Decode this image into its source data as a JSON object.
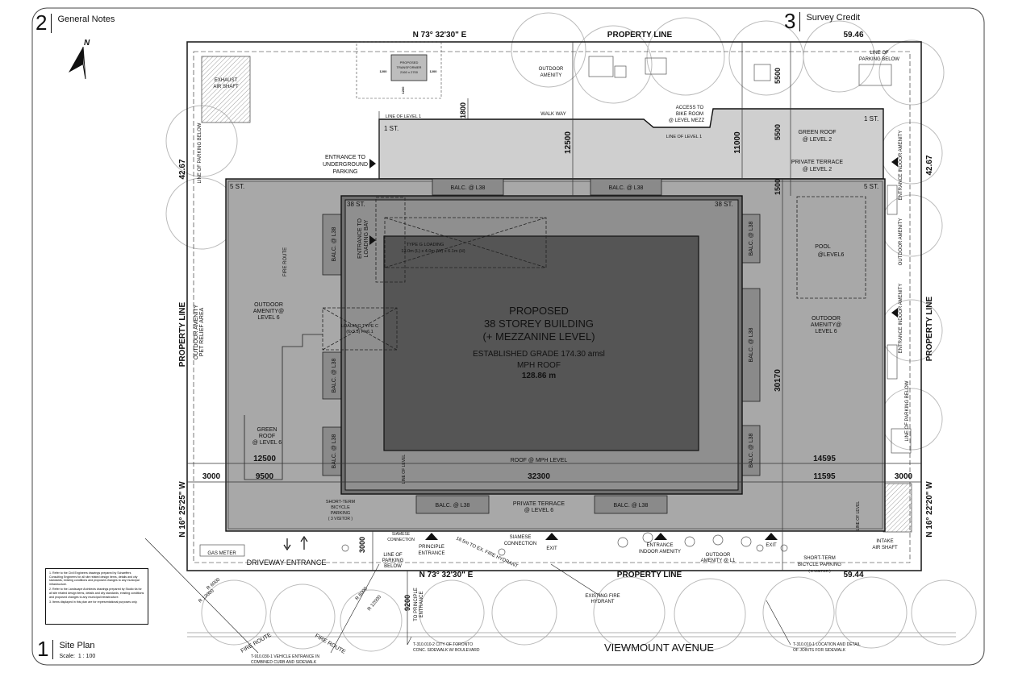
{
  "sheet": {
    "view1_number": "1",
    "view1_title": "Site Plan",
    "view1_scale_label": "Scale:",
    "view1_scale_value": "1 : 100",
    "view2_number": "2",
    "view2_title": "General Notes",
    "view3_number": "3",
    "view3_title": "Survey Credit"
  },
  "north": {
    "label": "N"
  },
  "boundary": {
    "top_bearing": "N 73° 32'30\" E",
    "bottom_bearing": "N 73° 32'30\" E",
    "left_bearing": "N 16° 25'25\" W",
    "right_bearing": "N 16° 22'20\" W",
    "top_property": "PROPERTY LINE",
    "bottom_property": "PROPERTY LINE",
    "left_property": "PROPERTY LINE",
    "right_property": "PROPERTY LINE",
    "top_length": "59.46",
    "bottom_length": "59.44",
    "left_length": "42.67",
    "right_length": "42.67"
  },
  "building": {
    "title1": "PROPOSED",
    "title2": "38 STOREY BUILDING",
    "title3": "(+ MEZZANINE LEVEL)",
    "grade": "ESTABLISHED GRADE 174.30 amsl",
    "mph_label": "MPH ROOF",
    "mph_value": "128.86 m"
  },
  "labels": {
    "st1_left": "1 ST.",
    "st1_right": "1 ST.",
    "st5_left": "5 ST.",
    "st5_right": "5 ST.",
    "st38_left": "38 ST.",
    "st38_right": "38 ST.",
    "balc_l38": "BALC. @ L38",
    "entrance_underground_1": "ENTRANCE TO",
    "entrance_underground_2": "UNDERGROUND",
    "entrance_underground_3": "PARKING",
    "exhaust_1": "EXHAUST",
    "exhaust_2": "AIR SHAFT",
    "transformer_1": "PROPOSED",
    "transformer_2": "TRANSFORMER",
    "transformer_3": "2160 x 2700",
    "outdoor_amenity_1": "OUTDOOR",
    "outdoor_amenity_2": "AMENITY",
    "walk_way": "WALK WAY",
    "line_of_level_1": "LINE OF LEVEL 1",
    "access_bike_1": "ACCESS TO",
    "access_bike_2": "BIKE ROOM",
    "access_bike_3": "@ LEVEL MEZZ",
    "green_roof_l2_1": "GREEN ROOF",
    "green_roof_l2_2": "@ LEVEL 2",
    "private_terrace_l2_1": "PRIVATE TERRACE",
    "private_terrace_l2_2": "@ LEVEL 2",
    "line_of_parking_below_top_1": "LINE OF",
    "line_of_parking_below_top_2": "PARKING BELOW",
    "line_of_parking_below_v": "LINE OF PARKING BELOW",
    "entrance_indoor_amenity_v": "ENTRANCE INDOOR AMENITY",
    "outdoor_amenity_v": "OUTDOOR AMENITY",
    "entrance_loading_1": "ENTRANCE TO",
    "entrance_loading_2": "LOADING BAY",
    "type_g_1": "TYPE G LOADING",
    "type_g_2": "13.0m (L) x 4.0m (W) x 6.1m (H)",
    "loading_c_1": "LOADING TYPE C",
    "loading_c_2": "(6x3.5) H=6.1",
    "outdoor_amenity_l6_left_1": "OUTDOOR",
    "outdoor_amenity_l6_left_2": "AMENITY@",
    "outdoor_amenity_l6_left_3": "LEVEL 6",
    "outdoor_amenity_l6_right_1": "OUTDOOR",
    "outdoor_amenity_l6_right_2": "AMENITY@",
    "outdoor_amenity_l6_right_3": "LEVEL 6",
    "pet_relief_1": "OUTDOOR AMENITY",
    "pet_relief_2": "PET RELIEF AREA",
    "fire_route": "FIRE ROUTE",
    "pool_1": "POOL",
    "pool_2": "@LEVEL6",
    "green_roof_l6_1": "GREEN",
    "green_roof_l6_2": "ROOF",
    "green_roof_l6_3": "@ LEVEL 6",
    "roof_mph": "ROOF @ MPH LEVEL",
    "private_terrace_l6_1": "PRIVATE TERRACE",
    "private_terrace_l6_2": "@ LEVEL 6",
    "short_term_left_1": "SHORT-TERM",
    "short_term_left_2": "BICYCLE",
    "short_term_left_3": "PARKING",
    "short_term_left_4": "( 3 VISITOR )",
    "short_term_right_1": "SHORT-TERM",
    "short_term_right_2": "BICYCLE PARKING",
    "short_term_right_3": "( 6 VISITOR )",
    "line_of_level": "LINE OF LEVEL",
    "gas_meter": "GAS METER",
    "driveway": "DRIVEWAY ENTRANCE",
    "line_parking_bottom_1": "LINE OF",
    "line_parking_bottom_2": "PARKING",
    "line_parking_bottom_3": "BELOW",
    "siamese": "SIAMESE",
    "siamese_conn": "CONNECTION",
    "principle_1": "PRINCIPLE",
    "principle_2": "ENTRANCE",
    "siamese2_1": "SIAMESE",
    "siamese2_2": "CONNECTION",
    "fire_hydrant_dist": "18.5m TO EX. FIRE HYDRANT",
    "exit": "EXIT",
    "entrance_indoor_1": "ENTRANCE",
    "entrance_indoor_2": "INDOOR AMENITY",
    "outdoor_amenity_l1_1": "OUTDOOR",
    "outdoor_amenity_l1_2": "AMENITY @ L1",
    "intake_1": "INTAKE",
    "intake_2": "AIR SHAFT",
    "existing_hydrant_1": "EXISTING FIRE",
    "existing_hydrant_2": "HYDRANT",
    "to_principle_1": "TO PRINCIPLE",
    "to_principle_2": "ENTRANCE",
    "viewmount": "VIEWMOUNT AVENUE",
    "callout_left_1": "T-910.030-1 VEHICLE ENTRANCE IN",
    "callout_left_2": "COMBINED CURB AND SIDEWALK",
    "callout_mid_1": "T-310.010-2 CITY OF TORONTO",
    "callout_mid_2": "CONC. SIDEWALK W/ BOULEVARD",
    "callout_right_1": "T-310.010-1 LOCATION AND DETAIL",
    "callout_right_2": "OF JOINTS FOR SIDEWALK",
    "r6000": "R 6000",
    "r12000": "R 12000"
  },
  "dimensions": {
    "d1800": "1800",
    "d12500_v": "12500",
    "d11000": "11000",
    "d5500_a": "5500",
    "d5500_b": "5500",
    "d1500": "1500",
    "d30170": "30170",
    "d12500_h": "12500",
    "d14595": "14595",
    "d3000_l": "3000",
    "d9500": "9500",
    "d32300": "32300",
    "d11595": "11595",
    "d3000_r": "3000",
    "d3000_v": "3000",
    "d9200": "9200",
    "d1200_a": "1200",
    "d1200_b": "1200",
    "d1200_c": "1200"
  },
  "notes": {
    "n1": "1. Refer to the Civil Engineers drawings prepared by Schaeffers Consulting Engineers for all site related design items, details and city standards, existing conditions and proposed changes to any municipal infrastructure.",
    "n2": "2. Refer to the Landscape Architects drawings prepared by Studio tla for all site related design items, details and city standards, existing conditions and proposed changes to any municipal infrastructure.",
    "n3": "3. Items displayed in this plan are for representational purposes only."
  }
}
